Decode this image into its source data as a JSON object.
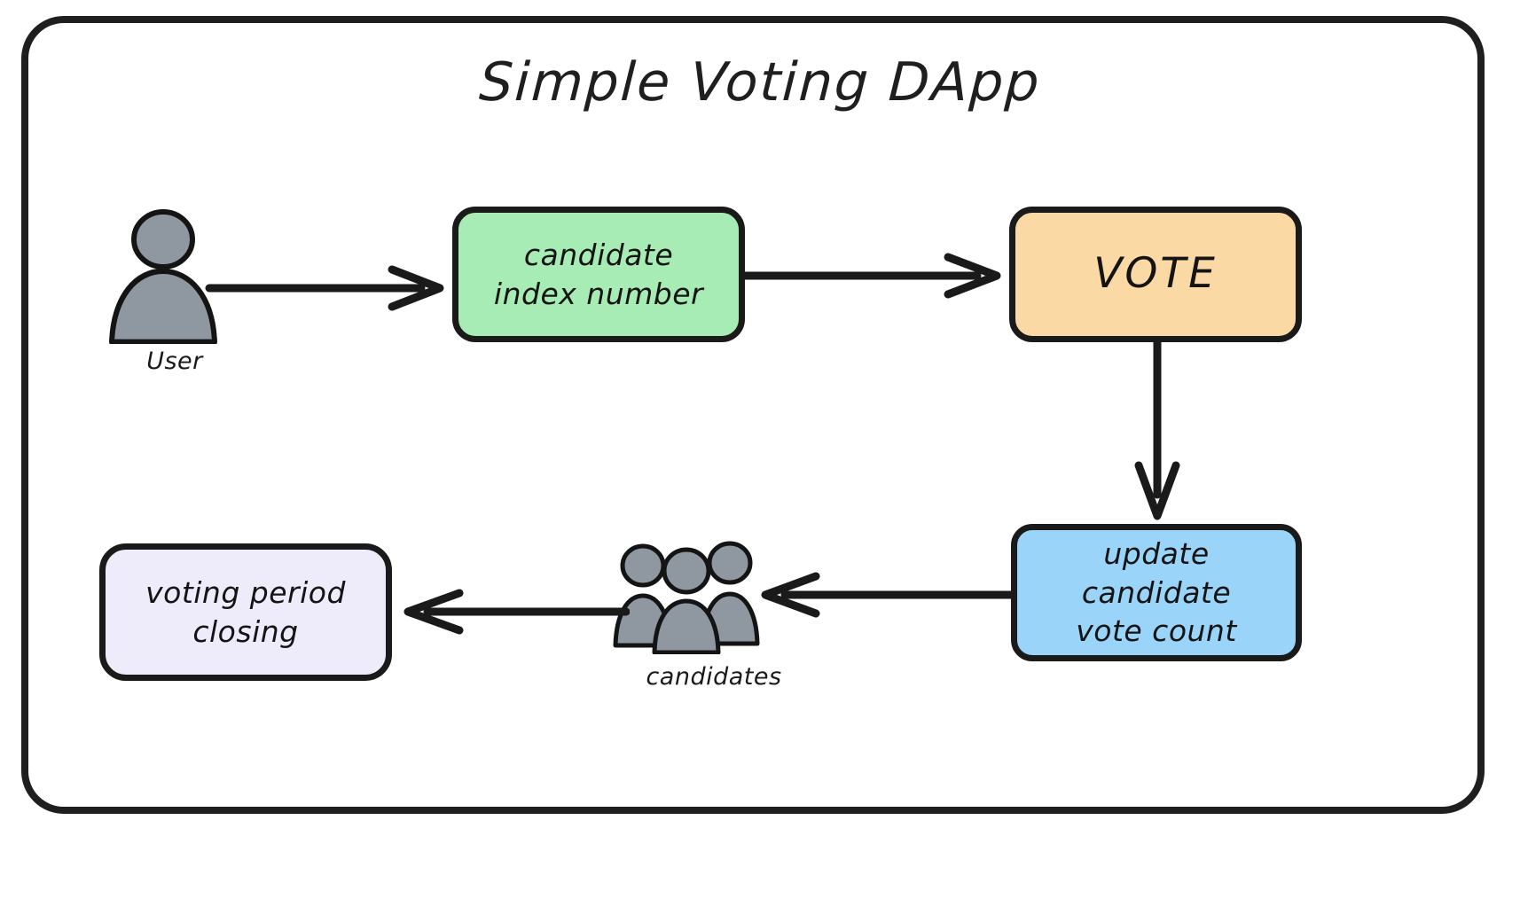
{
  "diagram": {
    "title": "Simple Voting DApp",
    "type": "flowchart",
    "frame": {
      "border_color": "#1f1f1f",
      "background": "#ffffff"
    },
    "nodes": [
      {
        "id": "user",
        "kind": "actor",
        "label": "User",
        "fill": "#8f98a0",
        "stroke": "#1a1a1a"
      },
      {
        "id": "candidate-index",
        "kind": "box",
        "line1": "candidate",
        "line2": "index number",
        "fill": "#a6ecb4",
        "stroke": "#1a1a1a"
      },
      {
        "id": "vote",
        "kind": "box",
        "label": "VOTE",
        "fill": "#fbd9a5",
        "stroke": "#1a1a1a"
      },
      {
        "id": "update-count",
        "kind": "box",
        "line1": "update candidate",
        "line2": "vote count",
        "fill": "#9ad4f8",
        "stroke": "#1a1a1a"
      },
      {
        "id": "candidates",
        "kind": "actor-group",
        "label": "candidates",
        "fill": "#8f98a0",
        "stroke": "#1a1a1a"
      },
      {
        "id": "voting-closing",
        "kind": "box",
        "line1": "voting period",
        "line2": "closing",
        "fill": "#eeebfb",
        "stroke": "#1a1a1a"
      }
    ],
    "edges": [
      {
        "id": "user-to-candidate-index",
        "from": "user",
        "to": "candidate-index",
        "direction": "right"
      },
      {
        "id": "candidate-index-to-vote",
        "from": "candidate-index",
        "to": "vote",
        "direction": "right"
      },
      {
        "id": "vote-to-update-count",
        "from": "vote",
        "to": "update-count",
        "direction": "down"
      },
      {
        "id": "update-count-to-candidates",
        "from": "update-count",
        "to": "candidates",
        "direction": "left"
      },
      {
        "id": "candidates-to-voting-closing",
        "from": "candidates",
        "to": "voting-closing",
        "direction": "left"
      }
    ]
  }
}
